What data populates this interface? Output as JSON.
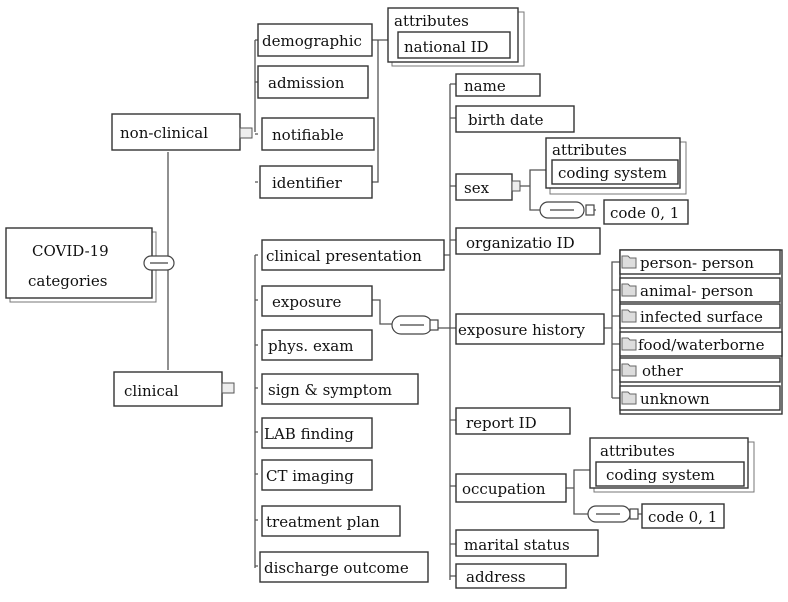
{
  "root": {
    "line1": "COVID-19",
    "line2": "categories"
  },
  "level1": {
    "non_clinical": "non-clinical",
    "clinical": "clinical"
  },
  "non_clinical_children": {
    "demographic": "demographic",
    "admission": "admission",
    "notifiable": "notifiable",
    "identifier": "identifier"
  },
  "demographic_attributes": {
    "label": "attributes",
    "national_id": "national ID"
  },
  "clinical_children": {
    "clinical_presentation": "clinical presentation",
    "exposure": "exposure",
    "phys_exam": "phys. exam",
    "sign_symptom": "sign & symptom",
    "lab_finding": "LAB finding",
    "ct_imaging": "CT imaging",
    "treatment_plan": "treatment plan",
    "discharge_outcome": "discharge outcome"
  },
  "fields": {
    "name": "name",
    "birth_date": "birth date",
    "sex": "sex",
    "organization_id": "organizatio ID",
    "exposure_history": "exposure history",
    "report_id": "report ID",
    "occupation": "occupation",
    "marital_status": "marital status",
    "address": "address"
  },
  "sex_attributes": {
    "label": "attributes",
    "coding_system": "coding system",
    "code": "code 0, 1"
  },
  "occupation_attributes": {
    "label": "attributes",
    "coding_system": "coding system",
    "code": "code 0, 1"
  },
  "exposure_options": {
    "person_person": "person- person",
    "animal_person": "animal- person",
    "infected_surface": "infected surface",
    "food_waterborne": "food/waterborne",
    "other": "other",
    "unknown": "unknown"
  }
}
